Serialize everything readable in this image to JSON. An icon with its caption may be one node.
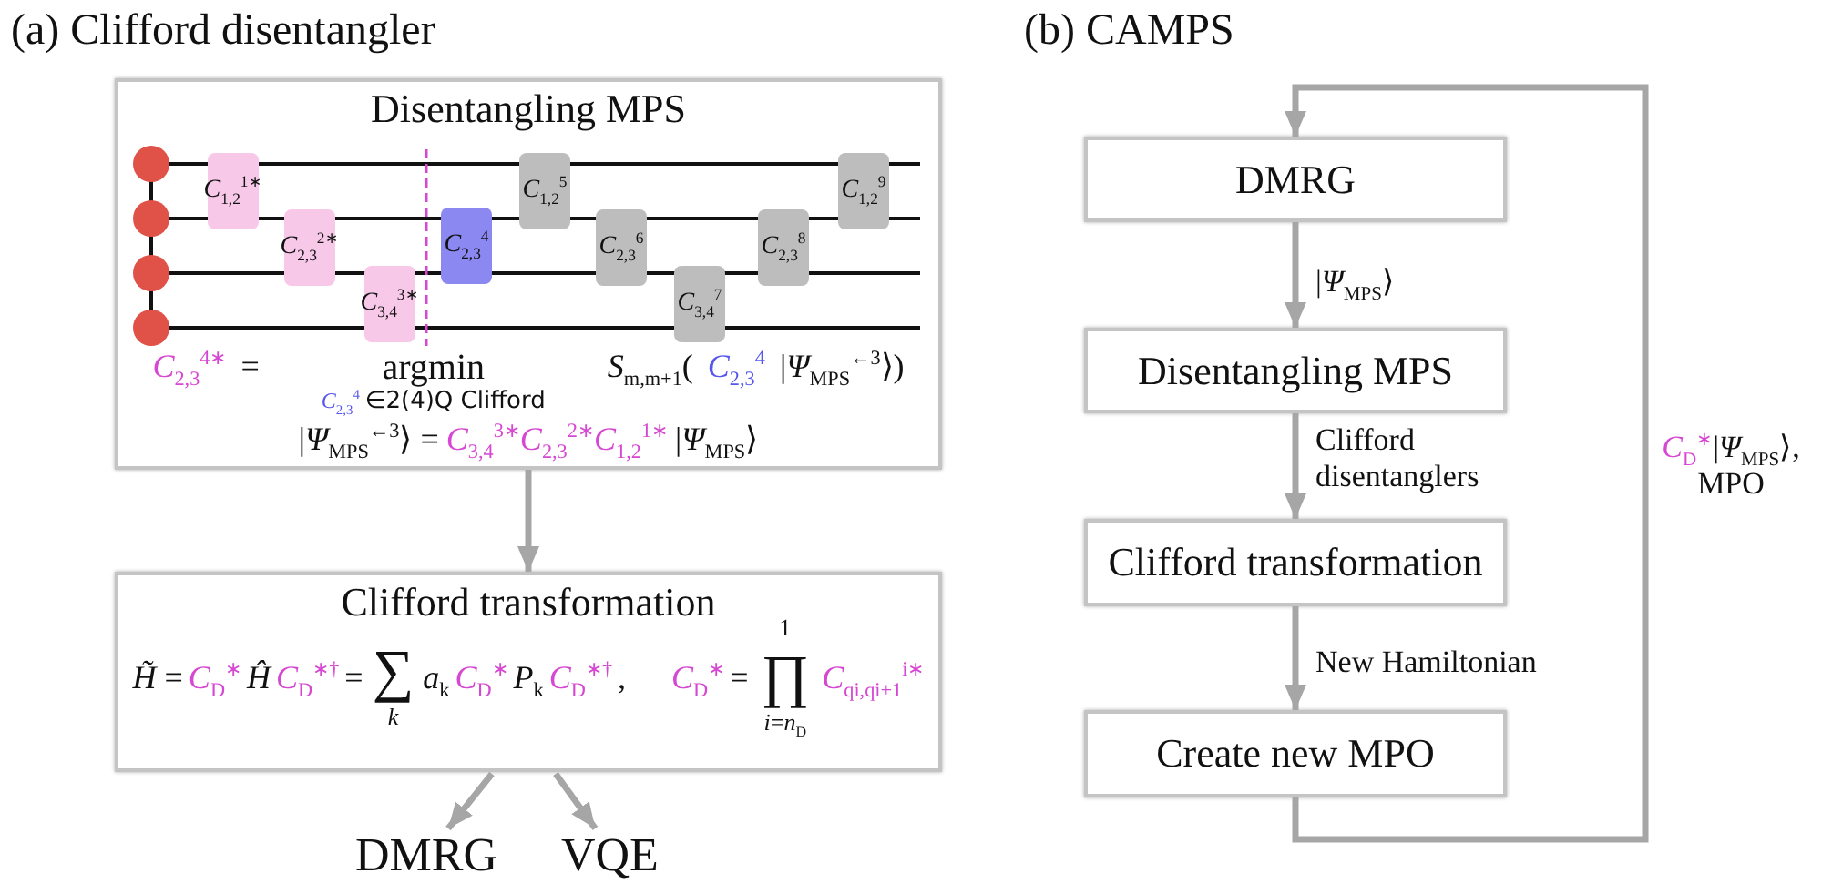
{
  "diagram": {
    "nodes": [
      {
        "text": [
          "Disentangling MPS",
          "*C*$_{2,3}$$^{4∗}$",
          "=",
          "argmin",
          "*C*$_{2,3}$$^{4}$",
          "∈2(4)Q Clifford",
          "*S*$_{m,m+1}$(",
          "*C*$_{2,3}$$^{4}$",
          "|*Ψ*$_{MPS}$$^{←3}$⟩)",
          "|*Ψ*$_{MPS}$$^{←3}$⟩ =",
          "*C*$_{3,4}$$^{3∗}$*C*$_{2,3}$$^{2∗}$*C*$_{1,2}$$^{1∗}$",
          "|*Ψ*$_{MPS}$⟩"
        ]
      },
      {
        "text": [
          "*C*$_{1,2}$$^{1∗}$"
        ],
        "in": 0
      },
      {
        "text": [
          "*C*$_{2,3}$$^{2∗}$"
        ],
        "in": 0
      },
      {
        "text": [
          "*C*$_{3,4}$$^{3∗}$"
        ],
        "in": 0
      },
      {
        "text": [
          "*C*$_{2,3}$$^{4}$"
        ],
        "in": 0
      },
      {
        "text": [
          "*C*$_{1,2}$$^{5}$"
        ],
        "in": 0
      },
      {
        "text": [
          "*C*$_{2,3}$$^{6}$"
        ],
        "in": 0
      },
      {
        "text": [
          "*C*$_{3,4}$$^{7}$"
        ],
        "in": 0
      },
      {
        "text": [
          "*C*$_{2,3}$$^{8}$"
        ],
        "in": 0
      },
      {
        "text": [
          "*C*$_{1,2}$$^{9}$"
        ],
        "in": 0
      },
      {
        "text": [
          "Clifford transformation",
          "*H̃* =",
          "*C*$_{D}$$^{∗}$",
          "*Ĥ*",
          "*C*$_{D}$$^{∗†}$",
          "=",
          "∑",
          "*k*",
          "*a*$_{k}$",
          "*C*$_{D}$$^{∗}$",
          "*P*$_{k}$",
          "*C*$_{D}$$^{∗†}$",
          ",",
          "*C*$_{D}$$^{∗}$",
          "=",
          "1",
          "∏",
          "*i*=*n*$_{D}$",
          "*C*$_{qi,qi+1}$$^{i∗}$"
        ]
      },
      {
        "text": [
          "DMRG"
        ]
      },
      {
        "text": [
          "VQE"
        ]
      },
      {
        "text": [
          "DMRG"
        ]
      },
      {
        "text": [
          "Disentangling MPS"
        ]
      },
      {
        "text": [
          "Clifford transformation"
        ]
      },
      {
        "text": [
          "Create new MPO"
        ]
      }
    ],
    "edges": [
      {
        "from": 0,
        "to": 10,
        "arrow": "to"
      },
      {
        "from": 10,
        "to": 11,
        "arrow": "to"
      },
      {
        "from": 10,
        "to": 12,
        "arrow": "to"
      },
      {
        "from": 13,
        "to": 14,
        "arrow": "to",
        "label": "|*Ψ*$_{MPS}$⟩"
      },
      {
        "from": 14,
        "to": 15,
        "arrow": "to",
        "label": "Clifford disentanglers"
      },
      {
        "from": 15,
        "to": 16,
        "arrow": "to",
        "label": "New Hamiltonian"
      },
      {
        "from": 16,
        "to": 13,
        "arrow": "to",
        "label": "*C*$_{D}$$^{∗}$|*Ψ*$_{MPS}$⟩, MPO"
      }
    ],
    "labels": [
      "(a) Clifford disentangler",
      "(b) CAMPS"
    ]
  }
}
